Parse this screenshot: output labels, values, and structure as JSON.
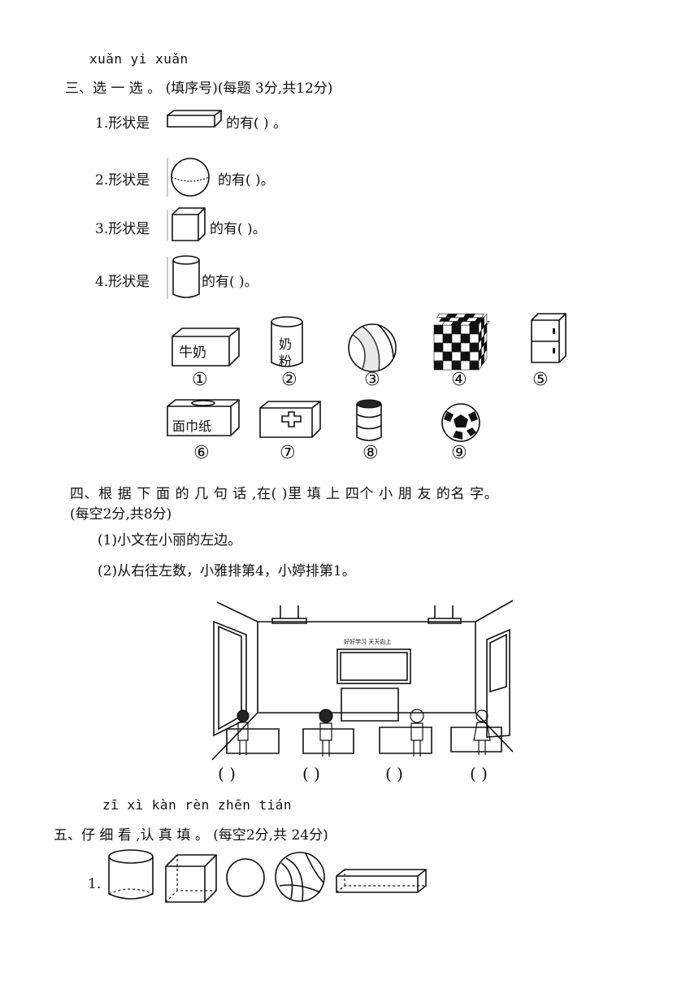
{
  "section3": {
    "pinyin": "xuǎn yi xuǎn",
    "heading": "三、选 一 选 。 (填序号)(每题 3分,共12分)",
    "q1_prefix": "1.形状是",
    "q1_suffix": "的有(        )     。",
    "q2_prefix": "2.形状是",
    "q2_suffix": "的有(        )。",
    "q3_prefix": "3.形状是",
    "q3_suffix": "的有(          )。",
    "q4_prefix": "4.形状是",
    "q4_suffix": "的有(          )。",
    "objects": [
      {
        "num": "①",
        "text": "牛奶",
        "icon": "milk-box-icon"
      },
      {
        "num": "②",
        "text": "奶粉",
        "icon": "milk-powder-can-icon"
      },
      {
        "num": "③",
        "text": "",
        "icon": "beach-ball-icon"
      },
      {
        "num": "④",
        "text": "",
        "icon": "checkered-cube-icon"
      },
      {
        "num": "⑤",
        "text": "",
        "icon": "cabinet-icon"
      },
      {
        "num": "⑥",
        "text": "面巾纸",
        "icon": "tissue-box-icon"
      },
      {
        "num": "⑦",
        "text": "",
        "icon": "first-aid-kit-icon"
      },
      {
        "num": "⑧",
        "text": "",
        "icon": "barrel-icon"
      },
      {
        "num": "⑨",
        "text": "",
        "icon": "soccer-ball-icon"
      }
    ]
  },
  "section4": {
    "heading": "四、根 据 下 面 的 几 句 话 ,在(     )里 填 上 四个 小 朋 友 的名 字。",
    "heading2": "(每空2分,共8分)",
    "clue1": "(1)小文在小丽的左边。",
    "clue2": "(2)从右往左数，小雅排第4，小婷排第1。",
    "board_text": "好好学习  天天向上",
    "blanks": [
      "(     )",
      "(     )",
      "(     )",
      "(     )"
    ]
  },
  "section5": {
    "pinyin": "zī xì kàn rèn zhēn tián",
    "heading": "五、仔 细 看 ,认 真 填 。 (每空2分,共 24分)",
    "q1_label": "1."
  }
}
